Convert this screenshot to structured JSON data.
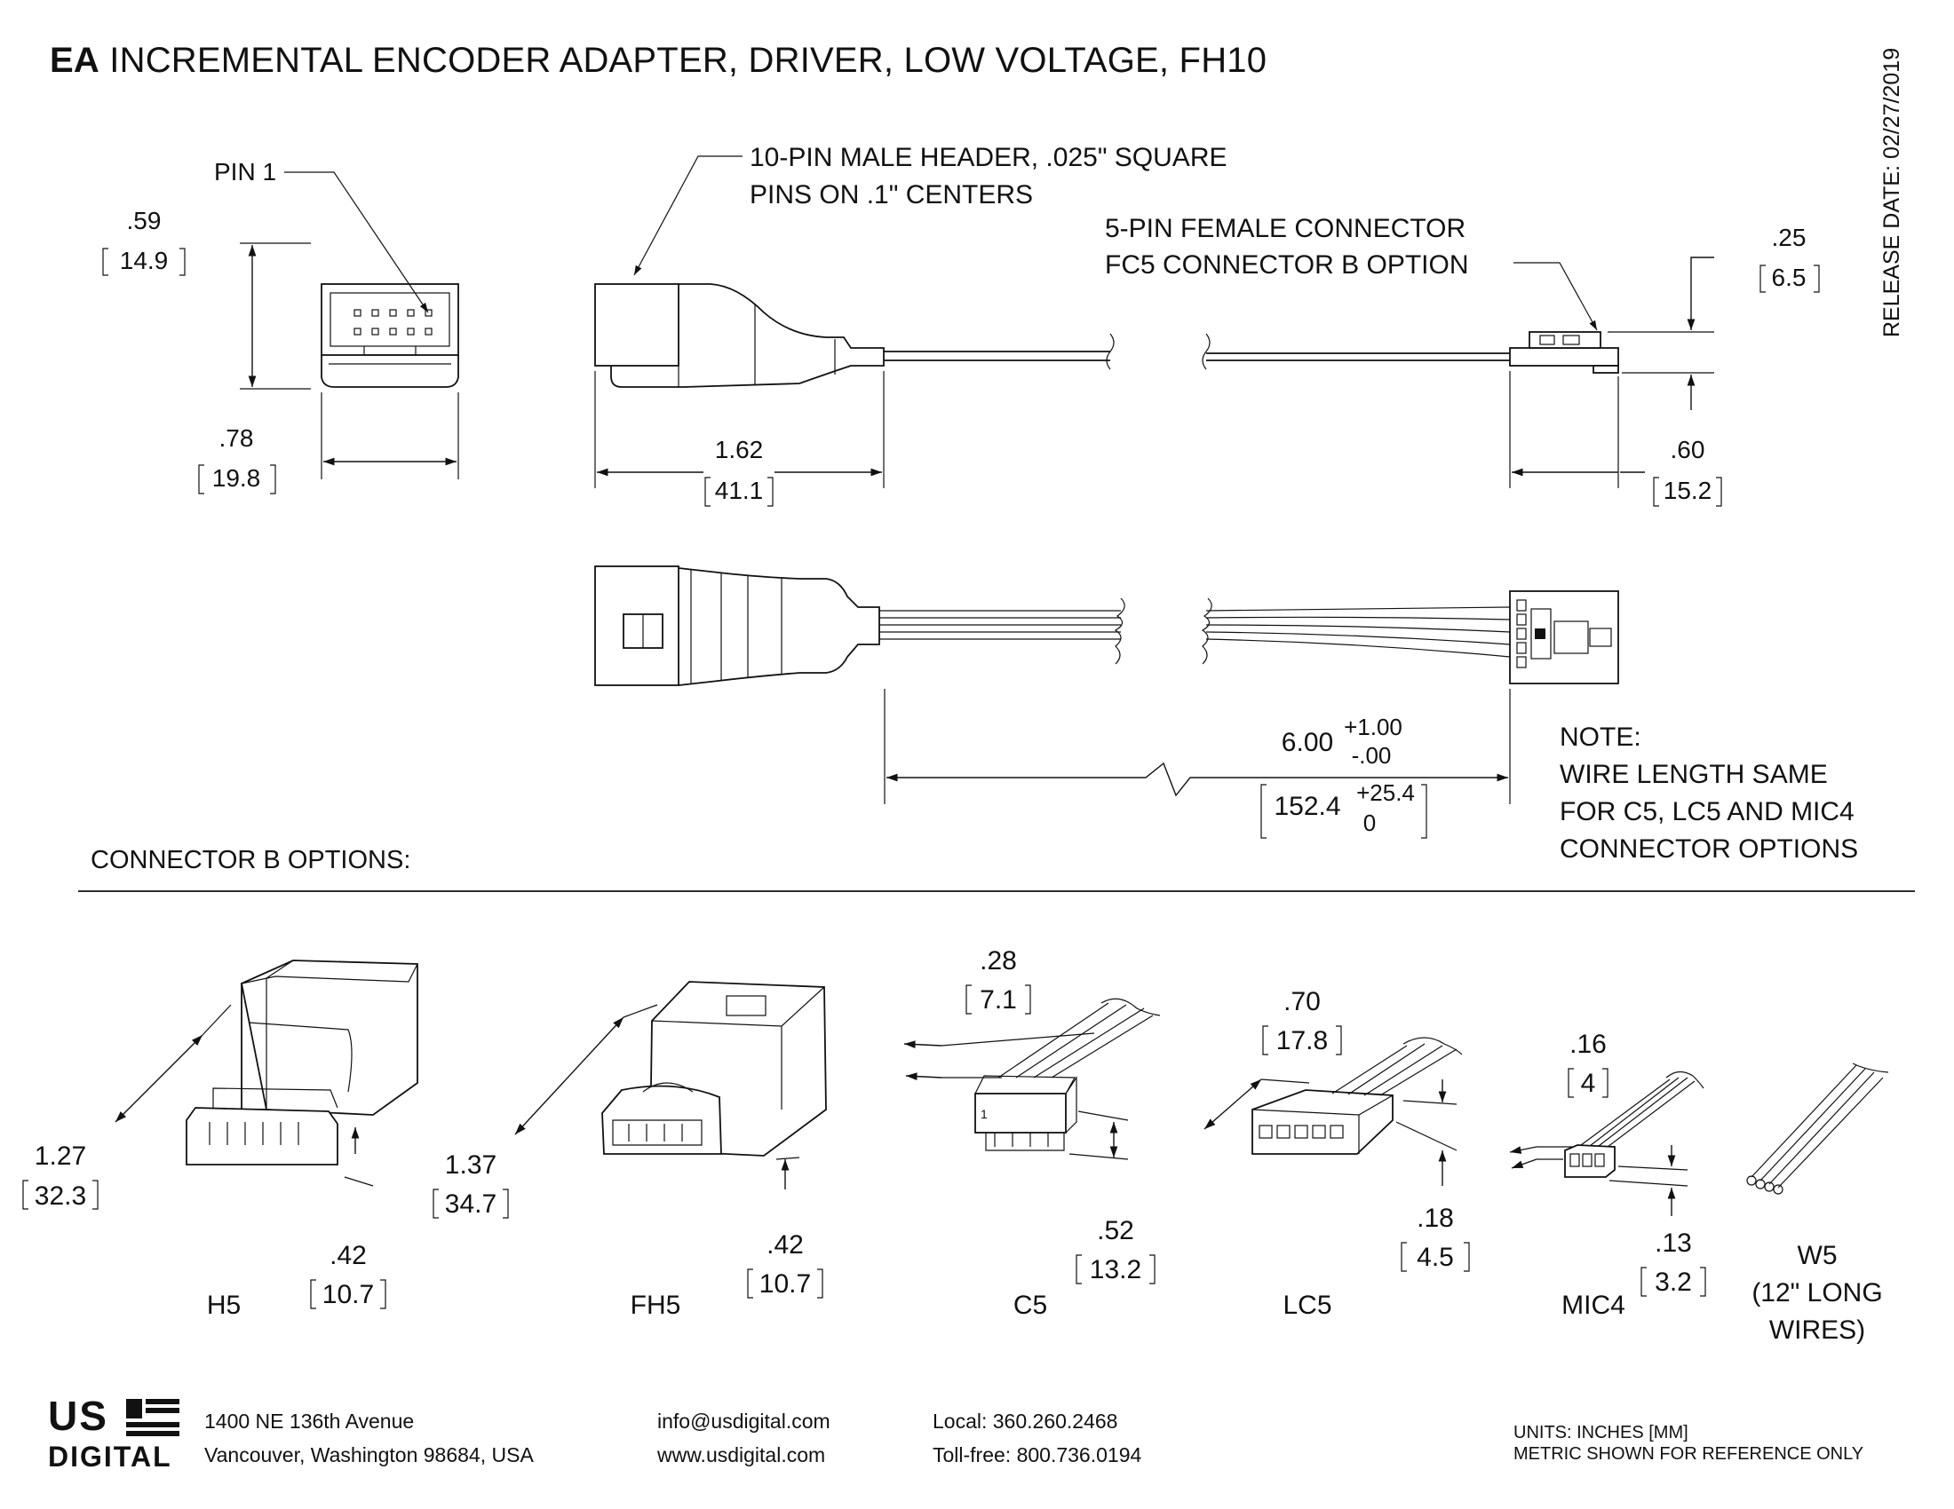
{
  "title": {
    "code": "EA",
    "text": "INCREMENTAL ENCODER ADAPTER, DRIVER, LOW VOLTAGE, FH10"
  },
  "release_date": "RELEASE DATE: 02/27/2019",
  "callouts": {
    "pin1": "PIN 1",
    "header_line1": "10-PIN MALE HEADER, .025\" SQUARE",
    "header_line2": "PINS ON .1\" CENTERS",
    "female_line1": "5-PIN FEMALE CONNECTOR",
    "female_line2": "FC5 CONNECTOR B OPTION"
  },
  "dimensions": {
    "height": {
      "in": ".59",
      "mm": "14.9"
    },
    "width": {
      "in": ".78",
      "mm": "19.8"
    },
    "adapter_len": {
      "in": "1.62",
      "mm": "41.1"
    },
    "fc5_height": {
      "in": ".25",
      "mm": "6.5"
    },
    "fc5_len": {
      "in": ".60",
      "mm": "15.2"
    },
    "wire_len": {
      "in": "6.00",
      "in_tol_plus": "+1.00",
      "in_tol_minus": "-.00",
      "mm": "152.4",
      "mm_tol_plus": "+25.4",
      "mm_tol_minus": "0"
    }
  },
  "note": {
    "heading": "NOTE:",
    "line1": "WIRE LENGTH SAME",
    "line2": "FOR C5, LC5 AND MIC4",
    "line3": "CONNECTOR OPTIONS"
  },
  "connector_b": {
    "heading": "CONNECTOR B OPTIONS:",
    "options": [
      {
        "name": "H5",
        "dim1_in": "1.27",
        "dim1_mm": "32.3",
        "dim2_in": ".42",
        "dim2_mm": "10.7"
      },
      {
        "name": "FH5",
        "dim1_in": "1.37",
        "dim1_mm": "34.7",
        "dim2_in": ".42",
        "dim2_mm": "10.7"
      },
      {
        "name": "C5",
        "dim1_in": ".28",
        "dim1_mm": "7.1",
        "dim2_in": ".52",
        "dim2_mm": "13.2",
        "pin_label": "1"
      },
      {
        "name": "LC5",
        "dim1_in": ".70",
        "dim1_mm": "17.8",
        "dim2_in": ".18",
        "dim2_mm": "4.5"
      },
      {
        "name": "MIC4",
        "dim1_in": ".16",
        "dim1_mm": "4",
        "dim2_in": ".13",
        "dim2_mm": "3.2"
      },
      {
        "name": "W5",
        "note_line1": "(12\" LONG",
        "note_line2": "WIRES)"
      }
    ]
  },
  "footer": {
    "logo_top": "US",
    "logo_bottom": "DIGITAL",
    "address1": "1400 NE 136th Avenue",
    "address2": "Vancouver, Washington 98684, USA",
    "email": "info@usdigital.com",
    "web": "www.usdigital.com",
    "local": "Local: 360.260.2468",
    "tollfree": "Toll-free: 800.736.0194",
    "units1": "UNITS: INCHES [MM]",
    "units2": "METRIC SHOWN FOR REFERENCE ONLY"
  }
}
